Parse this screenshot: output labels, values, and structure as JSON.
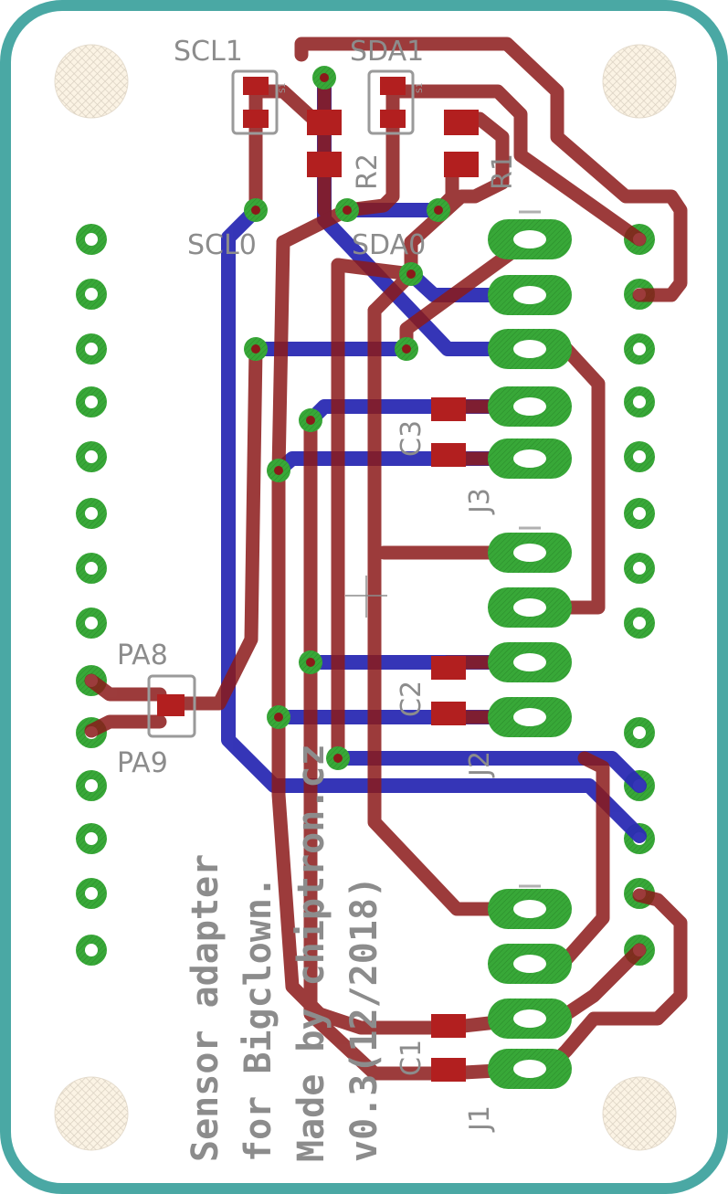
{
  "board": {
    "outline_color": "#4aa8a4",
    "top_copper_color": "#8b1a1a",
    "bottom_copper_color": "#2b2bb4",
    "pad_color": "#34a634"
  },
  "labels": {
    "scl1": "SCL1",
    "sda1": "SDA1",
    "scl0": "SCL0",
    "sda0": "SDA0",
    "r1": "R1",
    "r2": "R2",
    "c1": "C1",
    "c2": "C2",
    "c3": "C3",
    "j1": "J1",
    "j2": "J2",
    "j3": "J3",
    "pa8": "PA8",
    "pa9": "PA9",
    "jumper_mark": "S1"
  },
  "silkscreen_text": {
    "line1": "Sensor adapter",
    "line2": "for Bigclown.",
    "line3": "Made by chiptron.cz",
    "line4": "v0.3(12/2018)"
  },
  "icons": {
    "mounting_hole": "hatched-circle",
    "through_hole_pad": "ring-pad",
    "via": "via-dot",
    "origin_cross": "cross-mark"
  }
}
